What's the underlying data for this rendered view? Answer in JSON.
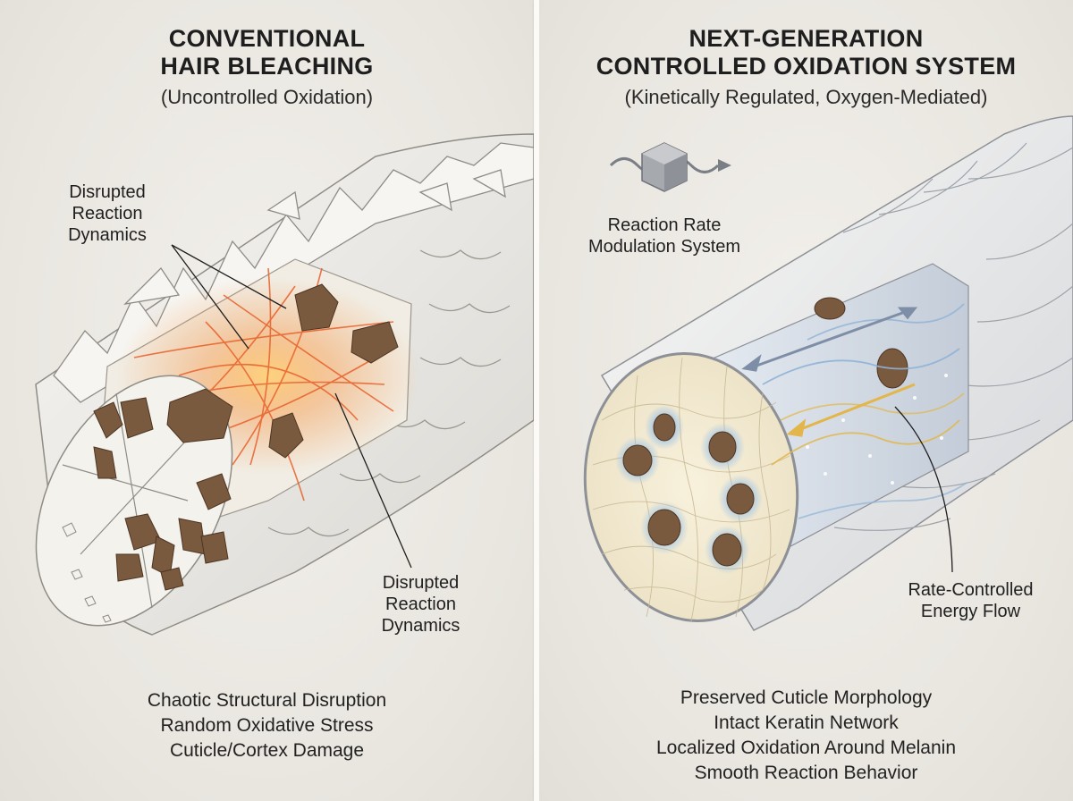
{
  "left_panel": {
    "title_lines": [
      "CONVENTIONAL",
      "HAIR BLEACHING"
    ],
    "subtitle": "(Uncontrolled Oxidation)",
    "callout_top": [
      "Disrupted",
      "Reaction",
      "Dynamics"
    ],
    "callout_bottom": [
      "Disrupted",
      "Reaction",
      "Dynamics"
    ],
    "features": [
      "Chaotic Structural Disruption",
      "Random Oxidative Stress",
      "Cuticle/Cortex Damage"
    ]
  },
  "right_panel": {
    "title_lines": [
      "NEXT-GENERATION",
      "CONTROLLED OXIDATION SYSTEM"
    ],
    "subtitle": "(Kinetically Regulated, Oxygen-Mediated)",
    "module_label": [
      "Reaction Rate",
      "Modulation System"
    ],
    "flow_label": [
      "Rate-Controlled",
      "Energy Flow"
    ],
    "features": [
      "Preserved Cuticle Morphology",
      "Intact Keratin Network",
      "Localized Oxidation Around Melanin",
      "Smooth Reaction Behavior"
    ]
  },
  "icons": {
    "module_icon": "hexagon-cube-icon",
    "flow_arrow": "wavy-arrow-icon"
  },
  "colors": {
    "melanin": "#7a5a3e",
    "heat": "#e8602a",
    "controlled_flow": "#e2b64a",
    "cool_flow": "#8fb3d6",
    "shaft": "#f3f1ec"
  }
}
